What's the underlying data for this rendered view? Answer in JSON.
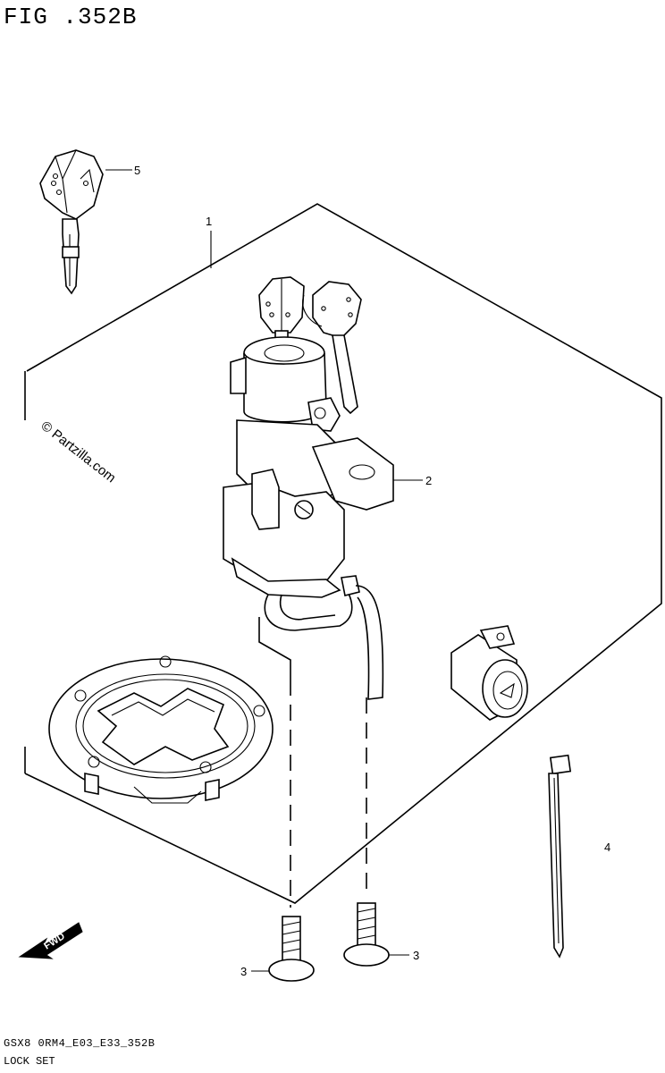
{
  "figure": {
    "title": "FIG .352B",
    "footer_code": "GSX8 0RM4_E03_E33_352B",
    "footer_name": "LOCK SET",
    "watermark": "© Partzilla.com",
    "direction_label": "FWD"
  },
  "callouts": [
    {
      "id": "callout-1",
      "label": "1"
    },
    {
      "id": "callout-2",
      "label": "2"
    },
    {
      "id": "callout-3a",
      "label": "3"
    },
    {
      "id": "callout-3b",
      "label": "3"
    },
    {
      "id": "callout-4",
      "label": "4"
    },
    {
      "id": "callout-5",
      "label": "5"
    }
  ],
  "parts": [
    {
      "ref": "1",
      "name": "lock-set-assembly"
    },
    {
      "ref": "2",
      "name": "ignition-switch"
    },
    {
      "ref": "3",
      "name": "bolt"
    },
    {
      "ref": "4",
      "name": "cable-tie"
    },
    {
      "ref": "5",
      "name": "blank-key"
    }
  ]
}
